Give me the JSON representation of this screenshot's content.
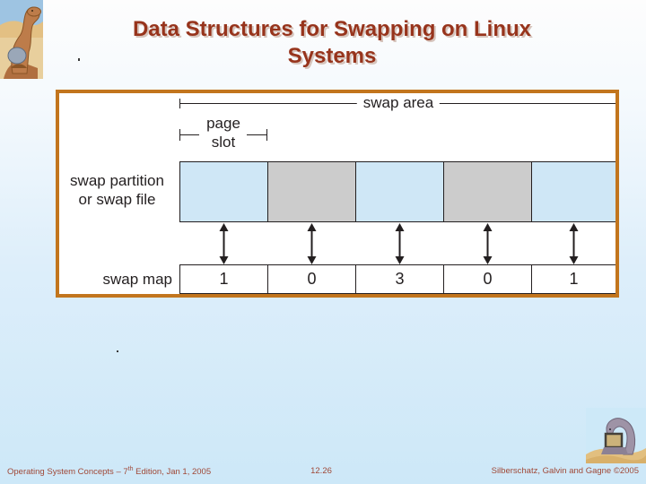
{
  "slide": {
    "title_line1": "Data Structures for Swapping on Linux",
    "title_line2": "Systems",
    "title_color": "#97341c"
  },
  "diagram": {
    "swap_area_label": "swap area",
    "page_slot_line1": "page",
    "page_slot_line2": "slot",
    "partition_line1": "swap partition",
    "partition_line2": "or swap file",
    "swap_map_label": "swap map",
    "swap_map_values": [
      "1",
      "0",
      "3",
      "0",
      "1"
    ],
    "slot_colors": [
      "#cfe7f6",
      "#cccccc",
      "#cfe7f6",
      "#cccccc",
      "#cfe7f6"
    ],
    "panel_border_color": "#c2751d",
    "line_color": "#231f20"
  },
  "footer": {
    "book": "Operating System Concepts – 7",
    "edition_sup": "th",
    "book_rest": " Edition, Jan 1, 2005",
    "page_number": "12.26",
    "authors": "Silberschatz, Galvin and Gagne ©2005",
    "text_color": "#a04837"
  },
  "icons": {
    "top_left": "os-dinosaur-logo",
    "bottom_right": "dinosaur-laptop-logo",
    "arrows": "bidirectional-arrow"
  }
}
